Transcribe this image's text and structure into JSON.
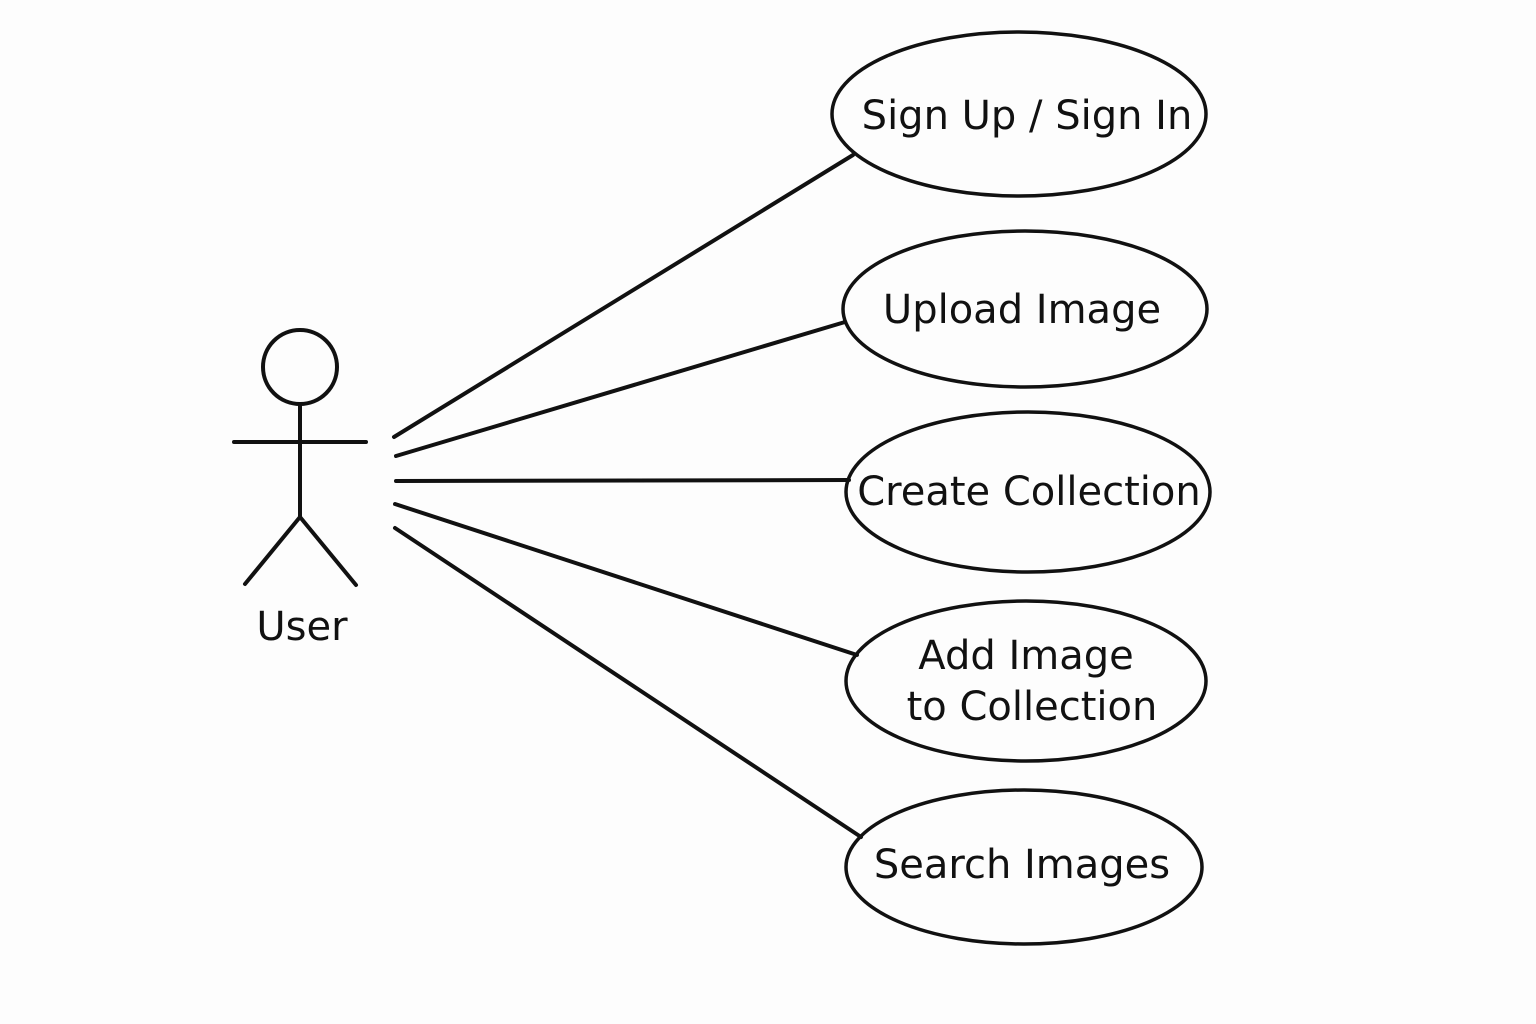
{
  "diagram": {
    "type": "use-case",
    "actor": {
      "label": "User"
    },
    "use_cases": [
      {
        "id": "sign-up-sign-in",
        "lines": [
          "Sign Up / Sign In"
        ]
      },
      {
        "id": "upload-image",
        "lines": [
          "Upload Image"
        ]
      },
      {
        "id": "create-collection",
        "lines": [
          "Create Collection"
        ]
      },
      {
        "id": "add-image-to-collection",
        "lines": [
          "Add Image",
          "to Collection"
        ]
      },
      {
        "id": "search-images",
        "lines": [
          "Search Images"
        ]
      }
    ],
    "associations": [
      {
        "from": "actor",
        "to": "sign-up-sign-in"
      },
      {
        "from": "actor",
        "to": "upload-image"
      },
      {
        "from": "actor",
        "to": "create-collection"
      },
      {
        "from": "actor",
        "to": "add-image-to-collection"
      },
      {
        "from": "actor",
        "to": "search-images"
      }
    ],
    "colors": {
      "stroke": "#111111",
      "background": "#fdfdfd"
    }
  }
}
